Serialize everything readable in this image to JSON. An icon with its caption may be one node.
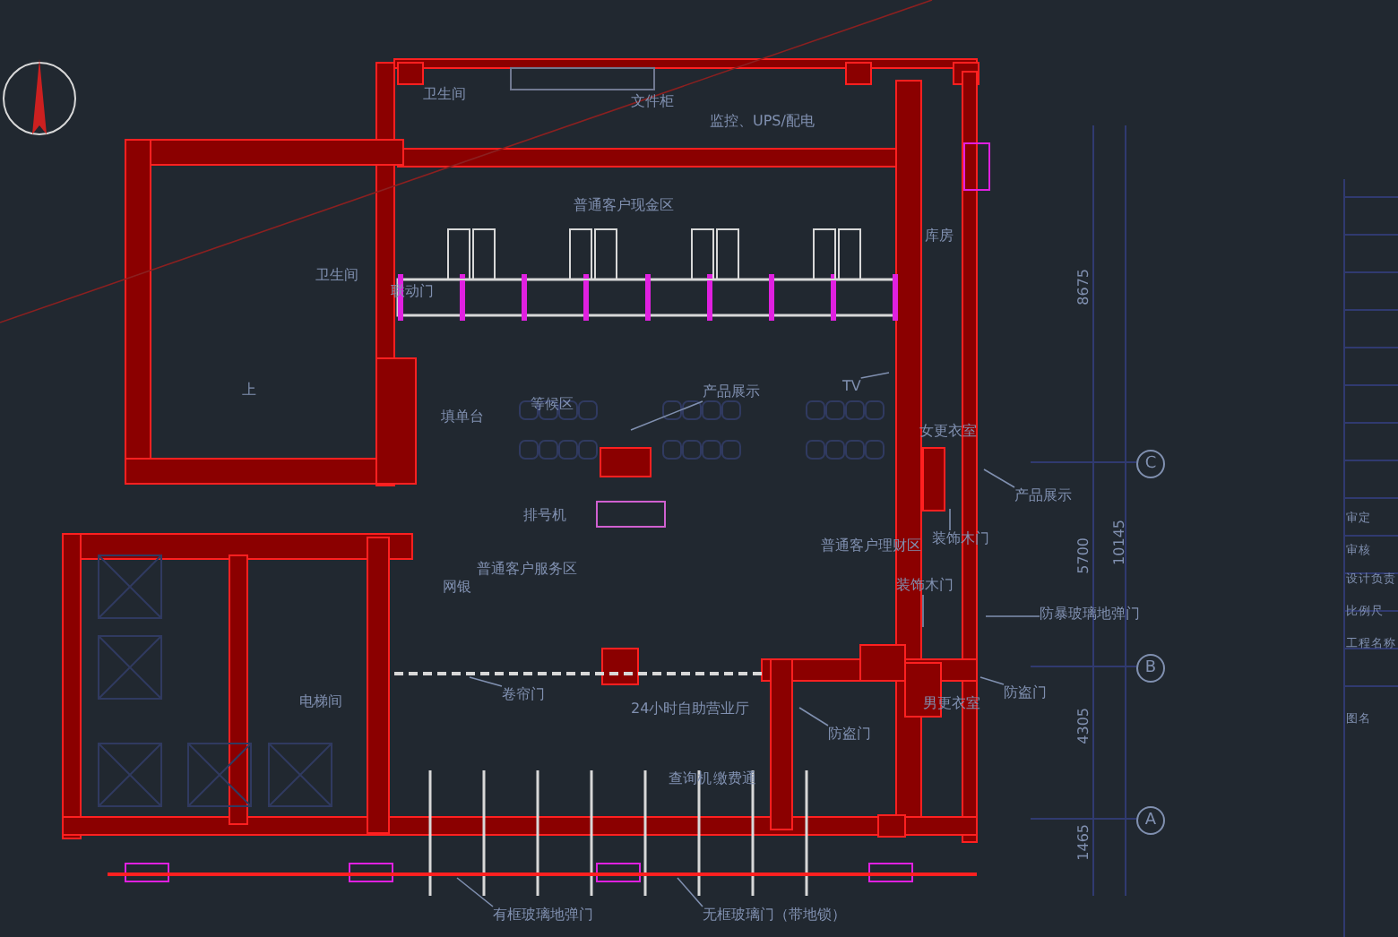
{
  "diagram": {
    "nodes": [
      {
        "text": [
          "产品展示"
        ]
      },
      {
        "text": [
          "TV"
        ]
      },
      {
        "text": [
          "装饰木门"
        ]
      },
      {
        "text": [
          "卷帘门"
        ]
      },
      {
        "text": [
          "装饰木门"
        ]
      },
      {
        "text": [
          "防盗门"
        ]
      },
      {
        "text": [
          "有框玻璃地弹门"
        ]
      },
      {
        "text": [
          "无框玻璃门（带地锁）"
        ]
      },
      {
        "text": [
          "产品展示"
        ]
      },
      {
        "text": [
          "防暴玻璃地弹门"
        ]
      },
      {
        "text": [
          "防盗门"
        ]
      }
    ],
    "edges": [
      {
        "from": 0,
        "to": null,
        "arrow": "none"
      },
      {
        "from": 1,
        "to": null,
        "arrow": "none"
      },
      {
        "from": 2,
        "to": null,
        "arrow": "none"
      },
      {
        "from": 3,
        "to": null,
        "arrow": "none"
      },
      {
        "from": 4,
        "to": null,
        "arrow": "none"
      },
      {
        "from": 5,
        "to": null,
        "arrow": "none"
      },
      {
        "from": 6,
        "to": null,
        "arrow": "none"
      },
      {
        "from": 7,
        "to": null,
        "arrow": "none"
      },
      {
        "from": 8,
        "to": null,
        "arrow": "none"
      },
      {
        "from": 9,
        "to": null,
        "arrow": "none"
      },
      {
        "from": 10,
        "to": null,
        "arrow": "none"
      }
    ],
    "labels": [
      "卫生间",
      "文件柜",
      "监控、UPS/配电",
      "普通客户现金区",
      "库房",
      "联动门",
      "卫生间",
      "上",
      "等候区",
      "填单台",
      "女更衣室",
      "排号机",
      "普通客户理财区",
      "普通客户服务区",
      "网银",
      "电梯间",
      "24小时自助营业厅",
      "男更衣室",
      "查询机",
      "缴费通",
      "8675",
      "5700",
      "4305",
      "1465",
      "10145",
      "C",
      "B",
      "A",
      "审定",
      "审核",
      "设计负责",
      "比例尺",
      "工程名称",
      "图名"
    ]
  }
}
